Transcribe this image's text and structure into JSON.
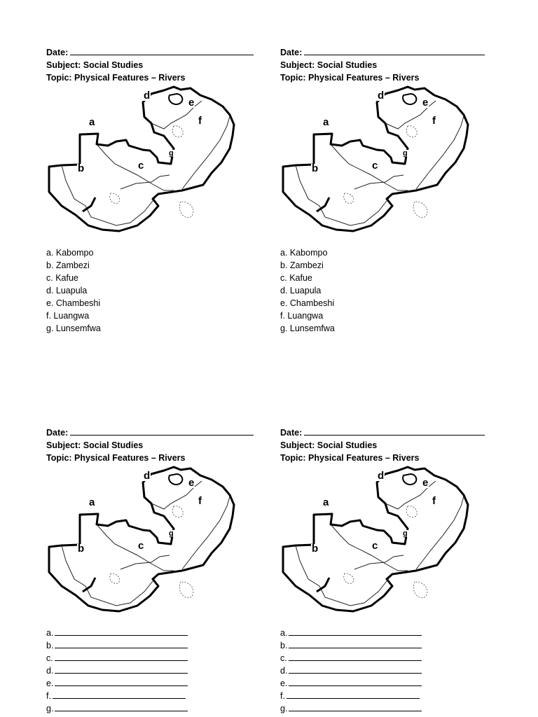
{
  "header": {
    "date_label": "Date:",
    "subject": "Subject: Social Studies",
    "topic": "Topic: Physical Features – Rivers"
  },
  "map_labels": [
    "a",
    "b",
    "c",
    "d",
    "e",
    "f",
    "g"
  ],
  "answer_key": [
    "a. Kabompo",
    "b. Zambezi",
    "c. Kafue",
    "d. Luapula",
    "e. Chambeshi",
    "f. Luangwa",
    "g. Lunsemfwa"
  ],
  "blank_prefixes": [
    "a.",
    "b.",
    "c.",
    "d.",
    "e.",
    "f.",
    "g."
  ]
}
